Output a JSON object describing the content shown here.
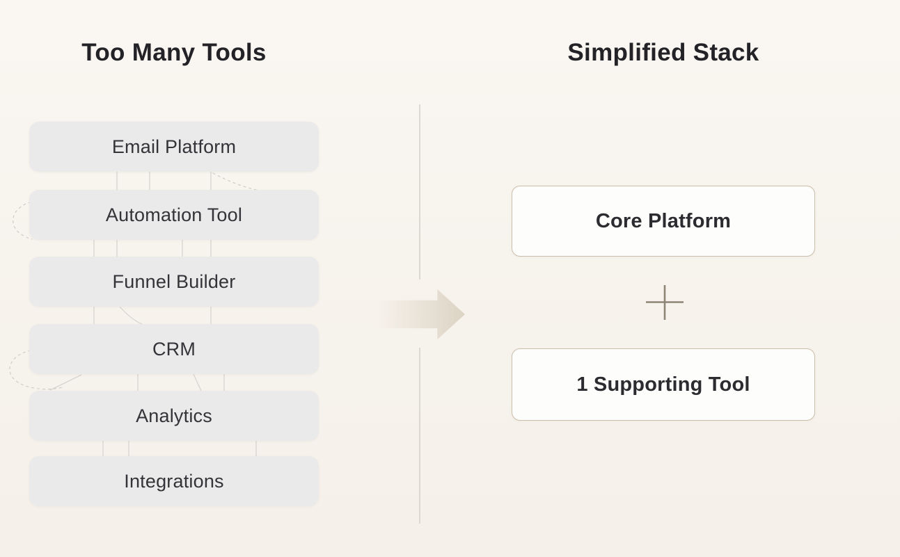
{
  "left_panel": {
    "title": "Too Many Tools",
    "tools": [
      "Email Platform",
      "Automation Tool",
      "Funnel Builder",
      "CRM",
      "Analytics",
      "Integrations"
    ]
  },
  "right_panel": {
    "title": "Simplified Stack",
    "items": [
      "Core Platform",
      "1 Supporting Tool"
    ]
  },
  "icons": {
    "arrow": "right-arrow",
    "plus": "plus"
  },
  "colors": {
    "background": "#f7f3ed",
    "tool_box_fill": "#eaeaeb",
    "stack_box_fill": "#fdfdfb",
    "stack_box_border": "#c9bdab",
    "title_text": "#232327",
    "label_text": "#333338",
    "arrow_tan": "#dcd3c4",
    "plus_taupe": "#8e8577",
    "connector_gray": "#d7d4cf"
  }
}
